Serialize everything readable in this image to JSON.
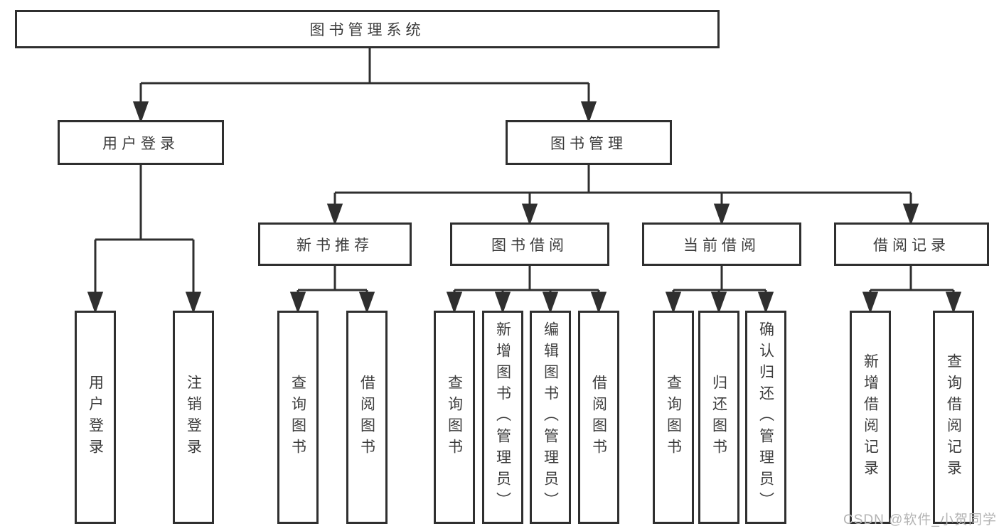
{
  "tree": {
    "root": {
      "label": "图书管理系统"
    },
    "level2": [
      {
        "label": "用户登录"
      },
      {
        "label": "图书管理"
      }
    ],
    "level3": [
      {
        "label": "新书推荐"
      },
      {
        "label": "图书借阅"
      },
      {
        "label": "当前借阅"
      },
      {
        "label": "借阅记录"
      }
    ],
    "leaves": {
      "user_login": [
        "用户登录",
        "注销登录"
      ],
      "new_books": [
        "查询图书",
        "借阅图书"
      ],
      "book_borrow": [
        "查询图书",
        "新增图书（管理员）",
        "编辑图书（管理员）",
        "借阅图书"
      ],
      "current_borrow": [
        "查询图书",
        "归还图书",
        "确认归还（管理员）"
      ],
      "borrow_records": [
        "新增借阅记录",
        "查询借阅记录"
      ]
    }
  },
  "watermark": "CSDN @软件_小贺同学",
  "colors": {
    "line": "#2f2f2f",
    "text": "#3c3c3c",
    "box_background": "#ffffff",
    "page_background": "#ffffff",
    "watermark": "#b3b3b3"
  }
}
